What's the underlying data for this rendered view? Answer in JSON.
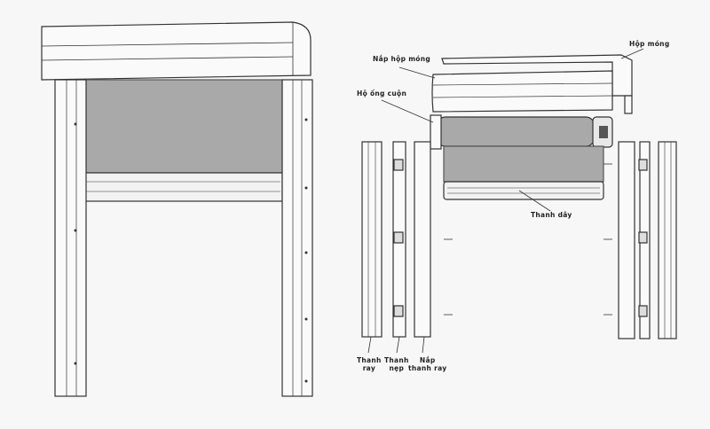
{
  "labels": {
    "head_box_cover": "Nắp hộp móng",
    "head_box": "Hộp móng",
    "roller_tube": "Hộ ống cuộn",
    "bottom_bar": "Thanh dây",
    "rail_line1": "Thanh",
    "rail_line2": "ray",
    "clip_line1": "Thanh",
    "clip_line2": "nẹp",
    "rail_cover_line1": "Nắp",
    "rail_cover_line2": "thanh ray"
  },
  "colors": {
    "line": "#333333",
    "fabric": "#a9a9a9",
    "background": "#f7f7f7"
  }
}
